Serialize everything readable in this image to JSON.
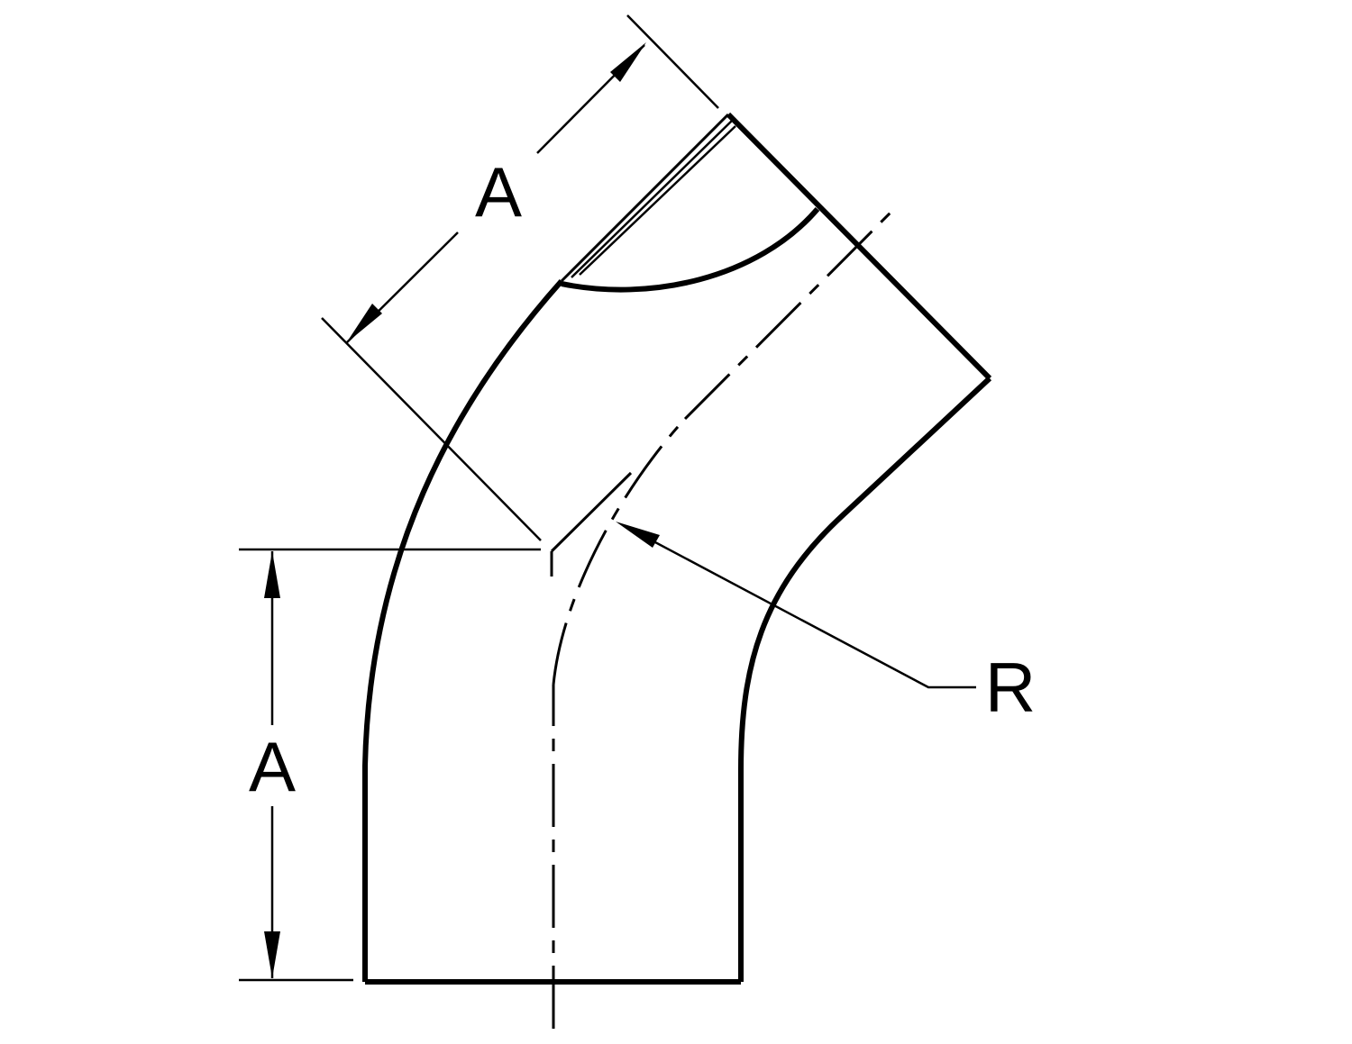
{
  "labels": {
    "bottom_dimension": "A",
    "top_dimension": "A",
    "radius": "R"
  }
}
